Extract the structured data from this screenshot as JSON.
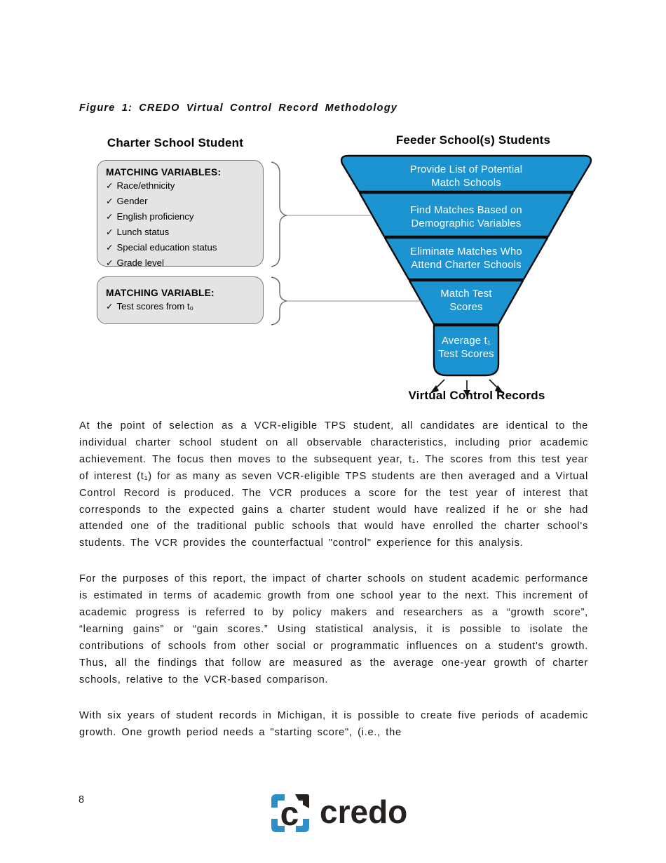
{
  "figure": {
    "title": "Figure 1: CREDO Virtual Control Record Methodology",
    "check_icon": "✓",
    "charter_heading": "Charter School Student",
    "feeder_heading": "Feeder School(s) Students",
    "matching_box_1": {
      "title": "MATCHING VARIABLES:",
      "items": [
        "Race/ethnicity",
        "Gender",
        "English proficiency",
        "Lunch status",
        "Special education status",
        "Grade level"
      ]
    },
    "matching_box_2": {
      "title": "MATCHING VARIABLE:",
      "items": [
        "Test scores from t₀"
      ]
    },
    "funnel": {
      "fill_color": "#1B94D1",
      "steps": [
        "Provide List of Potential\nMatch Schools",
        "Find Matches Based on\nDemographic Variables",
        "Eliminate Matches Who\nAttend Charter Schools",
        "Match Test\nScores",
        "Average t₁\nTest Scores"
      ],
      "output_label": "Virtual Control Records"
    },
    "box_fill_color": "#E4E4E4"
  },
  "body": {
    "paragraphs": [
      "At the point of selection as a VCR-eligible TPS student, all candidates are identical to the individual charter school student on all observable characteristics, including prior academic achievement. The focus then moves to the subsequent year, t₁.  The scores from this test year of interest (t₁) for as many as seven VCR-eligible TPS students are then averaged and a Virtual Control Record is produced. The VCR produces a score for the test year of interest that corresponds to the expected gains a charter student would have realized if he or she had attended one of the traditional public schools that would have enrolled the charter school's students. The VCR provides the counterfactual \"control\" experience for this analysis.",
      "For the purposes of this report, the impact of charter schools on student academic performance is estimated in terms of academic growth from one school year to the next. This increment of academic progress is referred to by policy makers and researchers as a “growth score”, “learning gains” or “gain scores.” Using statistical analysis, it is possible to isolate the contributions of schools from other social or programmatic influences on a student's growth.  Thus, all the findings that follow are measured as the average one-year growth of charter schools, relative to the VCR-based comparison.",
      "With six years of student records in Michigan, it is possible to create five periods of academic growth. One growth period needs a \"starting score\", (i.e., the"
    ]
  },
  "footer": {
    "page_number": "8",
    "logo": {
      "letter": "c",
      "wordmark": "credo",
      "blue": "#2E8FC8",
      "black": "#26211F"
    }
  }
}
